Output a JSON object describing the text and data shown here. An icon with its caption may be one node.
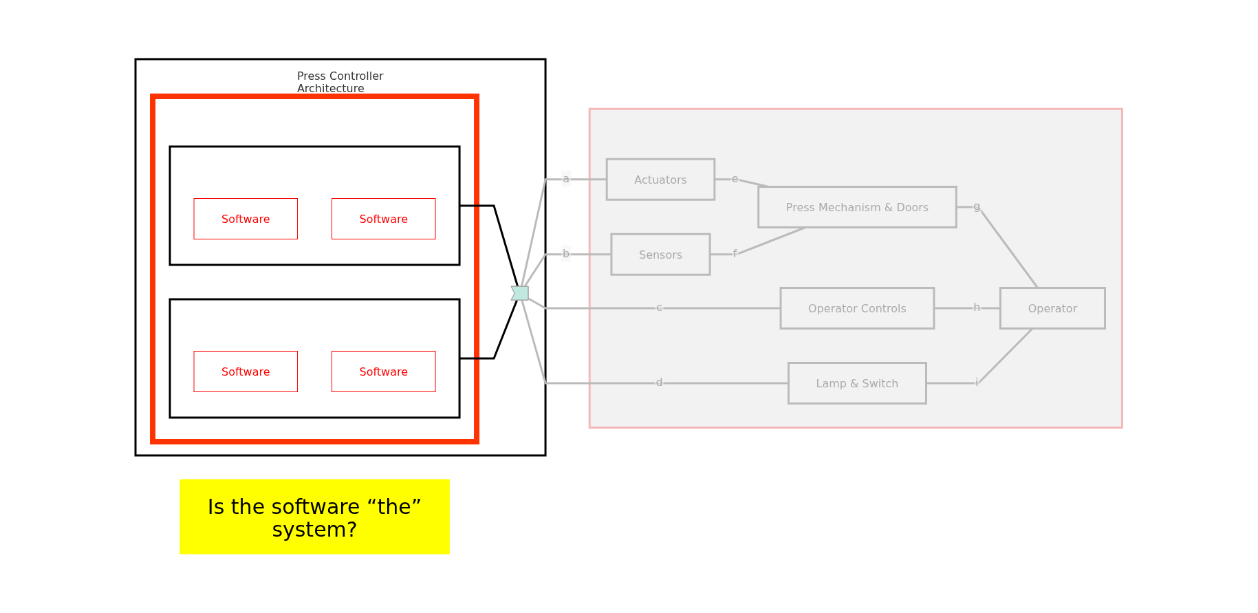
{
  "diagram": {
    "nodes": [
      {
        "text": [
          "Press Controller Architecture"
        ]
      },
      {
        "text": [],
        "shape": "box",
        "in": 0
      },
      {
        "text": [],
        "shape": "box",
        "in": 1
      },
      {
        "text": [
          "Software"
        ],
        "in": 2
      },
      {
        "text": [
          "Software"
        ],
        "in": 2
      },
      {
        "text": [],
        "shape": "box",
        "in": 1
      },
      {
        "text": [
          "Software"
        ],
        "in": 5
      },
      {
        "text": [
          "Software"
        ],
        "in": 5
      },
      {
        "text": [],
        "shape": "arrow",
        "in": 0
      },
      {
        "text": [],
        "shape": "box"
      },
      {
        "text": [
          "Actuators"
        ],
        "in": 9
      },
      {
        "text": [
          "Sensors"
        ],
        "in": 9
      },
      {
        "text": [
          "Press Mechanism & Doors"
        ],
        "in": 9
      },
      {
        "text": [
          "Operator Controls"
        ],
        "in": 9
      },
      {
        "text": [
          "Lamp & Switch"
        ],
        "in": 9
      },
      {
        "text": [
          "Operator"
        ],
        "in": 9
      },
      {
        "text": [
          "Is the software “the” system?"
        ]
      }
    ],
    "edges": [
      {
        "from": 2,
        "to": 8,
        "arrow": "none",
        "color": "#000000"
      },
      {
        "from": 5,
        "to": 8,
        "arrow": "none",
        "color": "#000000"
      },
      {
        "from": 8,
        "to": 10,
        "arrow": "none",
        "label": "a"
      },
      {
        "from": 8,
        "to": 11,
        "arrow": "none",
        "label": "b"
      },
      {
        "from": 8,
        "to": 13,
        "arrow": "none",
        "label": "c"
      },
      {
        "from": 8,
        "to": 14,
        "arrow": "none",
        "label": "d"
      },
      {
        "from": 10,
        "to": 12,
        "arrow": "none",
        "label": "e"
      },
      {
        "from": 11,
        "to": 12,
        "arrow": "none",
        "label": "f"
      },
      {
        "from": 12,
        "to": 15,
        "arrow": "none",
        "label": "g"
      },
      {
        "from": 13,
        "to": 15,
        "arrow": "none",
        "label": "h"
      },
      {
        "from": 14,
        "to": 15,
        "arrow": "none",
        "label": "i"
      }
    ]
  }
}
